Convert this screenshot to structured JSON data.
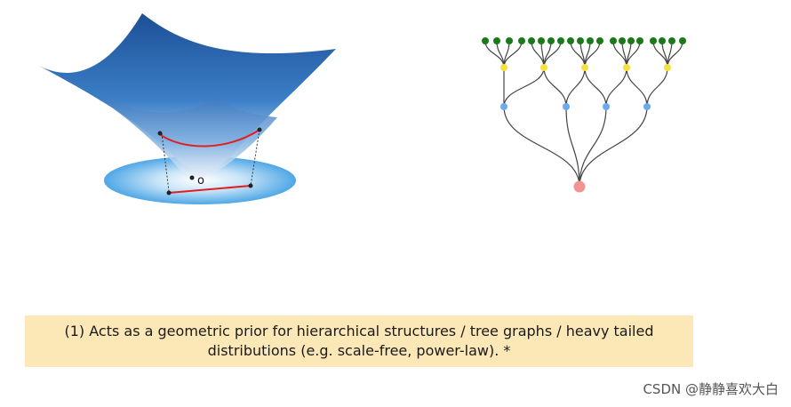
{
  "figure_left": {
    "origin_label": "o"
  },
  "caption": {
    "text": "(1) Acts as a geometric prior for hierarchical structures / tree graphs / heavy tailed distributions (e.g. scale-free, power-law). *"
  },
  "watermark": {
    "text": "CSDN @静静喜欢大白"
  },
  "colors": {
    "caption_bg": "#fbe8b6",
    "leaf_node": "#1a7a1a",
    "level2_node": "#f5e03c",
    "level1_node": "#6aaaf0",
    "root_node": "#f2948f",
    "geodesic": "#e02020"
  }
}
